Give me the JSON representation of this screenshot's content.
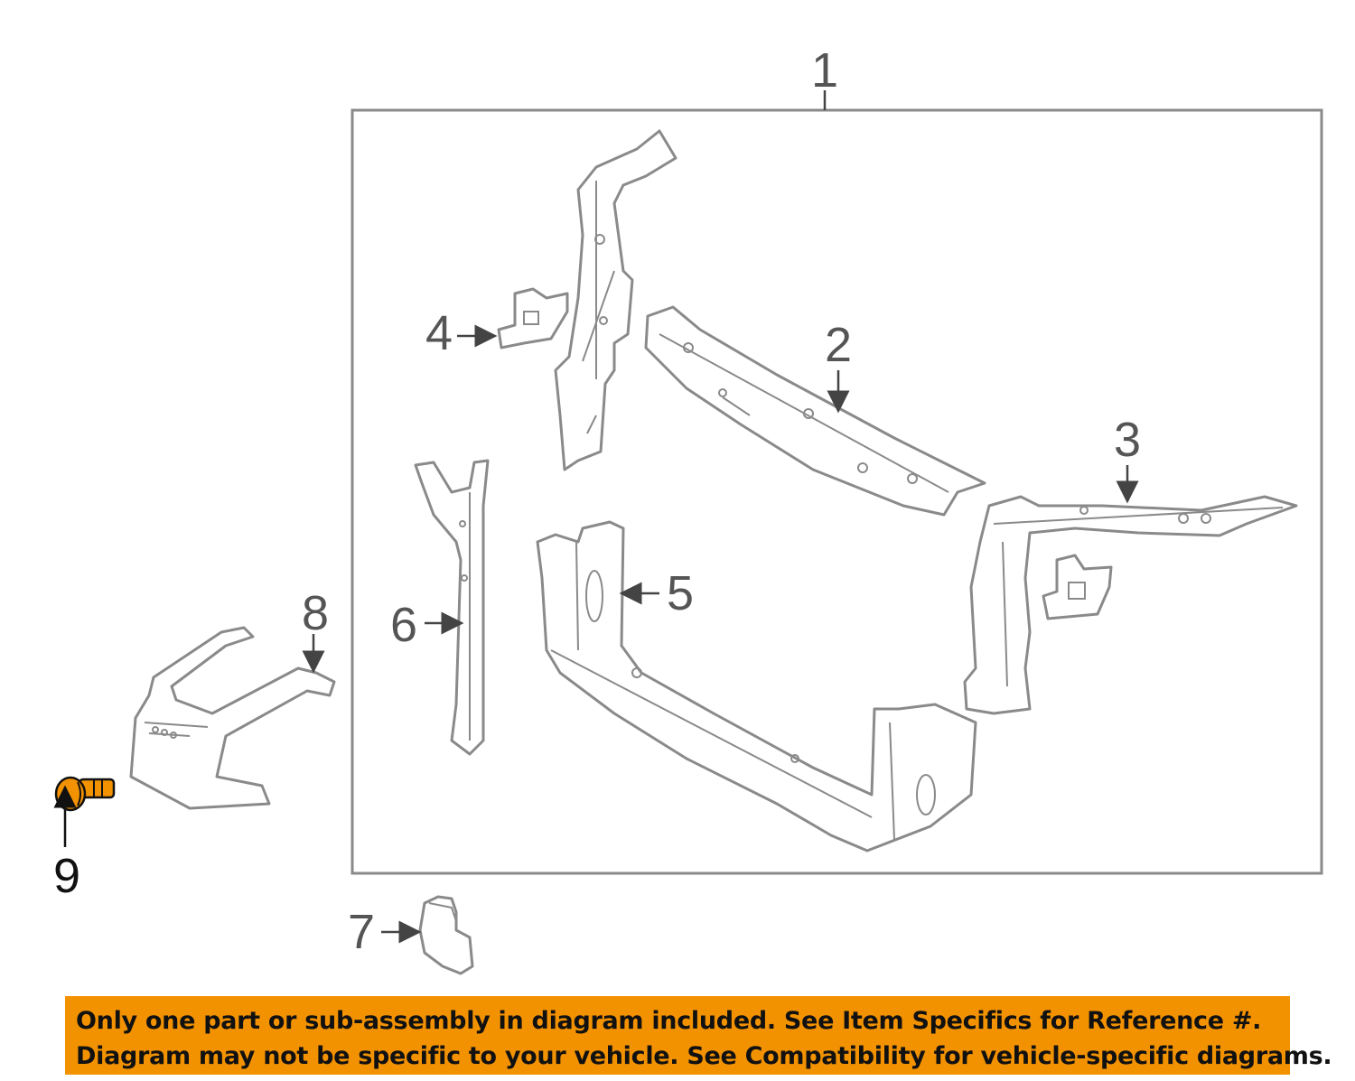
{
  "diagram": {
    "callouts": {
      "c1": "1",
      "c2": "2",
      "c3": "3",
      "c4": "4",
      "c5": "5",
      "c6": "6",
      "c7": "7",
      "c8": "8",
      "c9": "9"
    },
    "highlight_color": "#F39200",
    "line_color": "#8a8a8a"
  },
  "banner": {
    "line1": "Only one part or sub-assembly in diagram included. See Item Specifics for Reference #.",
    "line2": "Diagram may not be specific to your vehicle. See Compatibility for vehicle-specific diagrams."
  }
}
